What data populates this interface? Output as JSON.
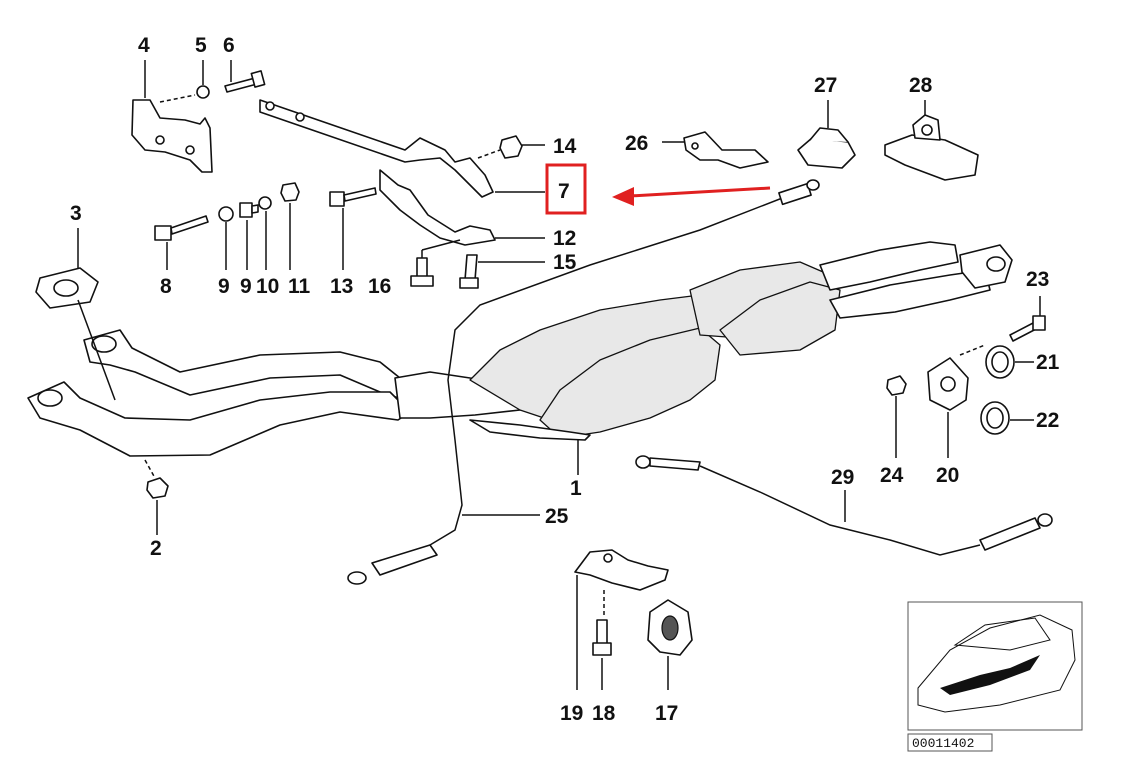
{
  "callouts": {
    "c1": "1",
    "c2": "2",
    "c3": "3",
    "c4": "4",
    "c5": "5",
    "c6": "6",
    "c7": "7",
    "c8": "8",
    "c9a": "9",
    "c9b": "9",
    "c10": "10",
    "c11": "11",
    "c12": "12",
    "c13": "13",
    "c14": "14",
    "c15": "15",
    "c16": "16",
    "c17": "17",
    "c18": "18",
    "c19": "19",
    "c20": "20",
    "c21": "21",
    "c22": "22",
    "c23": "23",
    "c24": "24",
    "c25": "25",
    "c26": "26",
    "c27": "27",
    "c28": "28",
    "c29": "29"
  },
  "highlight": {
    "label_key": "c7",
    "box_color": "#e02020",
    "arrow_color": "#e02020"
  },
  "inset": {
    "reference": "00011402"
  },
  "colors": {
    "line": "#111111",
    "background": "#ffffff",
    "highlight": "#e02020"
  }
}
